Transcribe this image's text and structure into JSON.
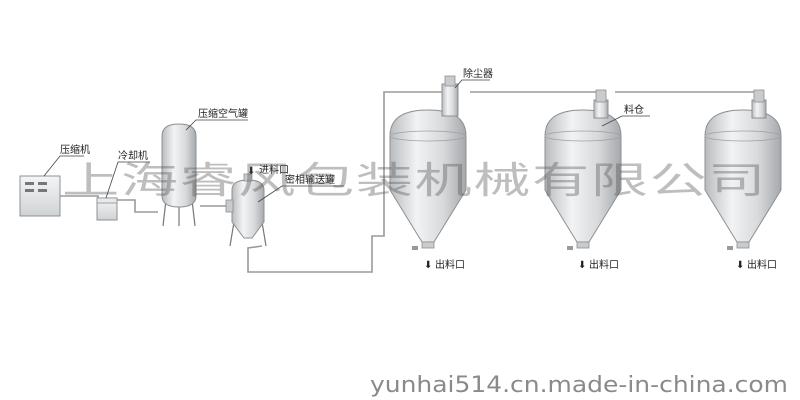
{
  "labels": {
    "compressor": "压缩机",
    "cooler": "冷却机",
    "air_tank": "压缩空气罐",
    "feed_inlet": "进料口",
    "dense_conveyor": "密相输送罐",
    "dust_collector": "除尘器",
    "silo": "料仓",
    "outlet_1": "出料口",
    "outlet_2": "出料口",
    "outlet_3": "出料口"
  },
  "arrow_glyph": "⬇",
  "watermark": {
    "company": "上海睿风包装机械有限公司",
    "site": "yunhai514.cn.made-in-china.com"
  },
  "colors": {
    "equipment_fill": "#d8dadc",
    "equipment_stroke": "#8d9093",
    "pipe": "#9a9a9a",
    "watermark": "#555555"
  }
}
